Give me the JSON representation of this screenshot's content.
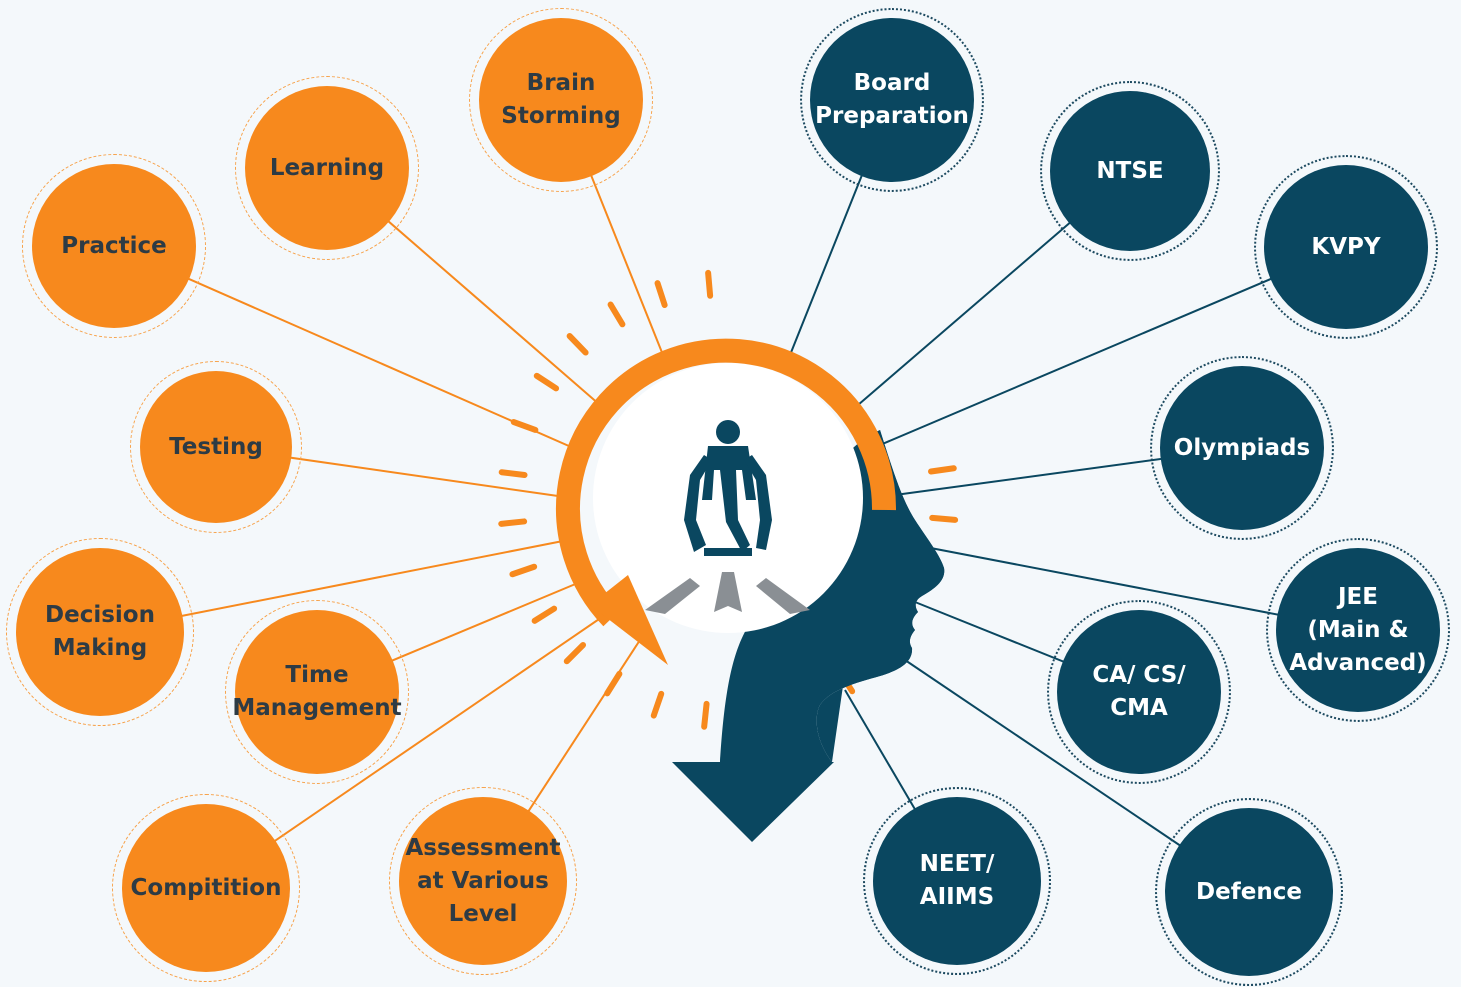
{
  "skills": [
    {
      "id": "brain-storming",
      "label": "Brain\nStorming"
    },
    {
      "id": "learning",
      "label": "Learning"
    },
    {
      "id": "practice",
      "label": "Practice"
    },
    {
      "id": "testing",
      "label": "Testing"
    },
    {
      "id": "decision-making",
      "label": "Decision\nMaking"
    },
    {
      "id": "time-management",
      "label": "Time\nManagement"
    },
    {
      "id": "compitition",
      "label": "Compitition"
    },
    {
      "id": "assessment",
      "label": "Assessment\nat Various\nLevel"
    }
  ],
  "exams": [
    {
      "id": "board-preparation",
      "label": "Board\nPreparation"
    },
    {
      "id": "ntse",
      "label": "NTSE"
    },
    {
      "id": "kvpy",
      "label": "KVPY"
    },
    {
      "id": "olympiads",
      "label": "Olympiads"
    },
    {
      "id": "jee",
      "label": "JEE\n(Main &\nAdvanced)"
    },
    {
      "id": "ca-cs-cma",
      "label": "CA/ CS/\nCMA"
    },
    {
      "id": "neet-aiims",
      "label": "NEET/\nAIIMS"
    },
    {
      "id": "defence",
      "label": "Defence"
    }
  ],
  "colors": {
    "skill": "#f7891d",
    "exam": "#0a4760",
    "accent": "#1aa3d9",
    "arrow_grey": "#8a8f94",
    "background": "#f4f8fb"
  },
  "icons": {
    "center": "sprinter-icon",
    "head": "head-profile-icon",
    "arrow": "curved-arrow-icon"
  }
}
